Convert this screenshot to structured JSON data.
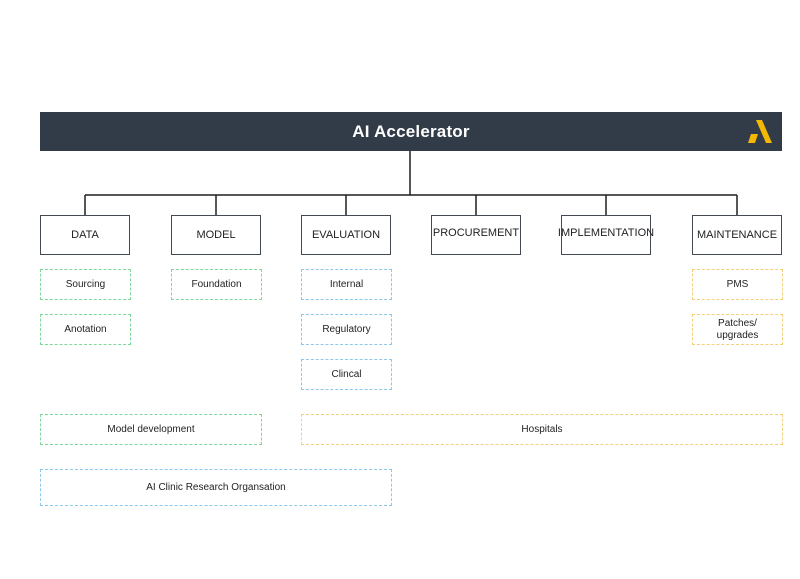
{
  "header": {
    "title": "AI Accelerator",
    "logo_icon": "accelerator-logo-icon",
    "background_color": "#323b48",
    "logo_color": "#f5b800"
  },
  "categories": [
    {
      "label": "DATA"
    },
    {
      "label": "MODEL"
    },
    {
      "label": "EVALUATION"
    },
    {
      "label": "PROCUREMENT"
    },
    {
      "label": "IMPLEMENTATION"
    },
    {
      "label": "MAINTENANCE"
    }
  ],
  "sub_items": {
    "data": [
      "Sourcing",
      "Anotation"
    ],
    "model": [
      "Foundation"
    ],
    "evaluation": [
      "Internal",
      "Regulatory",
      "Clincal"
    ],
    "maintenance": [
      "PMS",
      "Patches/ upgrades"
    ]
  },
  "groups": {
    "model_development": "Model development",
    "hospitals": "Hospitals",
    "ai_clinic_research": "AI Clinic Research Organsation"
  },
  "colors": {
    "green": "#7fd79a",
    "blue": "#8cc8ec",
    "orange": "#f6cf7c",
    "line": "#1f1f1f"
  }
}
